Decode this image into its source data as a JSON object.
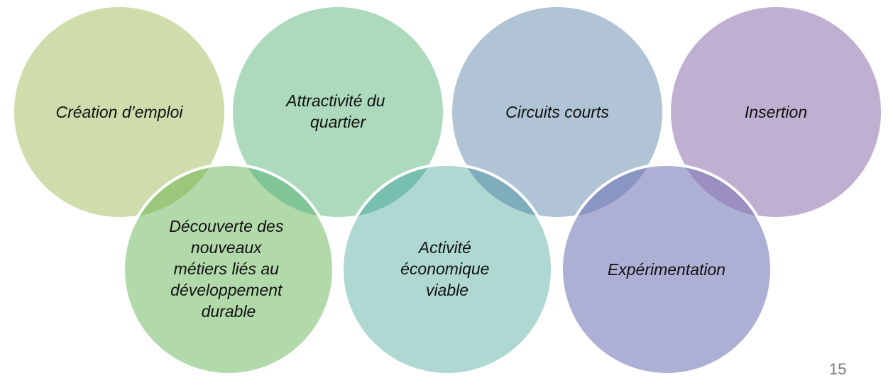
{
  "diagram": {
    "circles": [
      {
        "id": "creation-emploi",
        "lines": [
          "Création d’emploi"
        ],
        "color": "#cfdcac"
      },
      {
        "id": "attractivite",
        "lines": [
          "Attractivité du",
          "quartier"
        ],
        "color": "#addabd"
      },
      {
        "id": "circuits-courts",
        "lines": [
          "Circuits courts"
        ],
        "color": "#b0c4d5"
      },
      {
        "id": "insertion",
        "lines": [
          "Insertion"
        ],
        "color": "#bfb0d1"
      },
      {
        "id": "decouverte",
        "lines": [
          "Découverte des",
          "nouveaux",
          "métiers liés au",
          "développement",
          "durable"
        ],
        "color": "#b2d9aa"
      },
      {
        "id": "activite",
        "lines": [
          "Activité",
          "économique",
          "viable"
        ],
        "color": "#aed8d1"
      },
      {
        "id": "experimentation",
        "lines": [
          "Expérimentation"
        ],
        "color": "#adb0d4"
      }
    ],
    "overlap_colors": [
      "#9bc77b",
      "#7fc595",
      "#79bfb0",
      "#80adbb",
      "#8a95c4",
      "#9b8ec1"
    ]
  },
  "footer": {
    "page_number": "15"
  }
}
